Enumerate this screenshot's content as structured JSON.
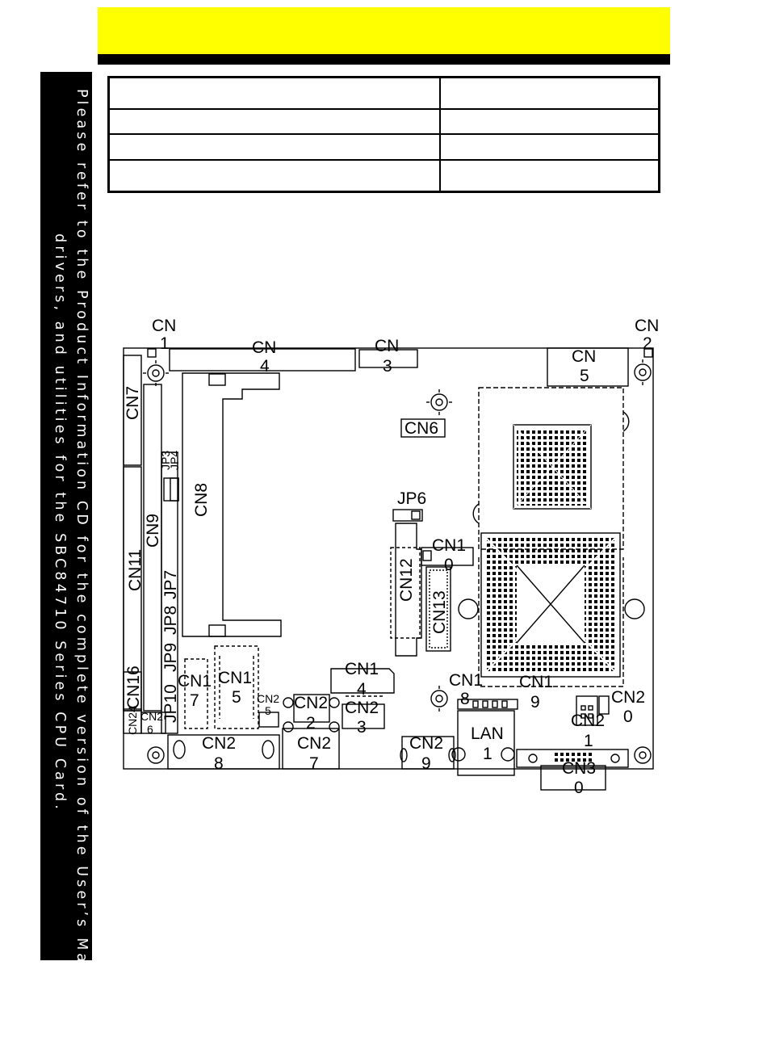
{
  "side_note": {
    "line1": "Please refer to the Product Information CD for the complete version of the User’s Manual,",
    "line2": "drivers, and utilities for the SBC84710 Series CPU Card."
  },
  "spec_table": {
    "rows": [
      [
        "",
        ""
      ],
      [
        "",
        ""
      ],
      [
        "",
        ""
      ],
      [
        "",
        ""
      ]
    ]
  },
  "board": {
    "labels": {
      "cn1_a": "CN",
      "cn1_b": "1",
      "cn2_a": "CN",
      "cn2_b": "2",
      "cn3_a": "CN",
      "cn3_b": "3",
      "cn4_a": "CN",
      "cn4_b": "4",
      "cn5_a": "CN",
      "cn5_b": "5",
      "cn6": "CN6",
      "cn7": "CN7",
      "cn8": "CN8",
      "cn9": "CN9",
      "cn10_a": "CN1",
      "cn10_b": "0",
      "cn11": "CN11",
      "cn12": "CN12",
      "cn13": "CN13",
      "cn14_a": "CN1",
      "cn14_b": "4",
      "cn15_a": "CN1",
      "cn15_b": "5",
      "cn16": "CN16",
      "cn17_a": "CN1",
      "cn17_b": "7",
      "cn18_a": "CN1",
      "cn18_b": "8",
      "cn19_a": "CN1",
      "cn19_b": "9",
      "cn20_a": "CN2",
      "cn20_b": "0",
      "cn21_a": "CN2",
      "cn21_b": "1",
      "cn22_a": "CN2",
      "cn22_b": "2",
      "cn23_a": "CN2",
      "cn23_b": "3",
      "cn24": "CN24",
      "cn25_a": "CN2",
      "cn25_b": "5",
      "cn26_a": "CN2",
      "cn26_b": "6",
      "cn27_a": "CN2",
      "cn27_b": "7",
      "cn28_a": "CN2",
      "cn28_b": "8",
      "cn29_a": "CN2",
      "cn29_b": "9",
      "cn30_a": "CN3",
      "cn30_b": "0",
      "jp3": "JP3",
      "jp4": "JP4",
      "jp6": "JP6",
      "jp7": "JP7",
      "jp8": "JP8",
      "jp9": "JP9",
      "jp10": "JP10",
      "lan_a": "LAN",
      "lan_b": "1"
    }
  }
}
